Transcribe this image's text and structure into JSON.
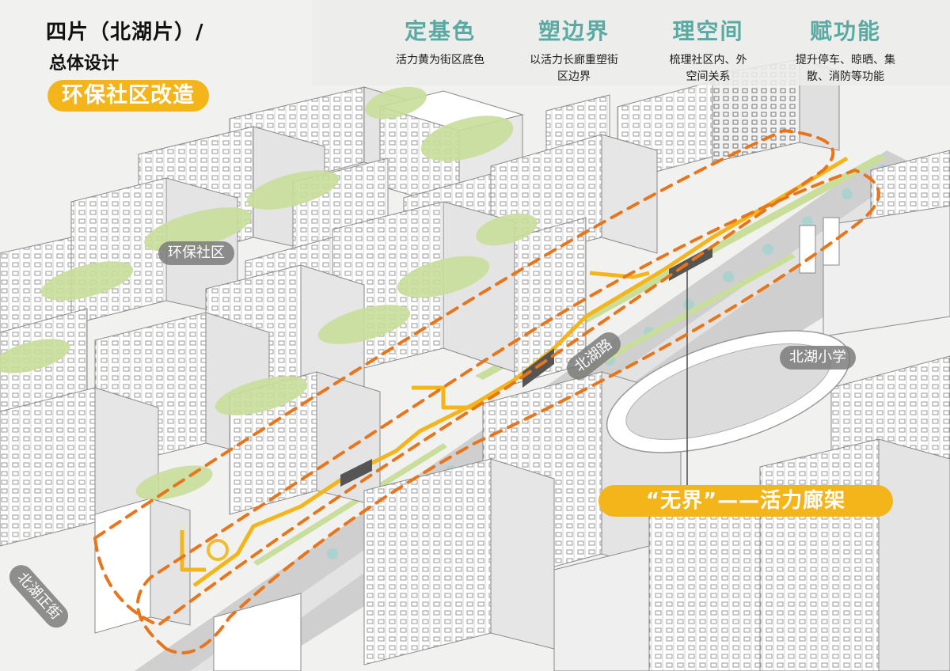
{
  "title": {
    "main": "四片（北湖片）/",
    "sub": "总体设计"
  },
  "theme_badge": "环保社区改造",
  "strategies": [
    {
      "head": "定基色",
      "desc_lines": [
        "活力黄为街区底色"
      ]
    },
    {
      "head": "塑边界",
      "desc_lines": [
        "以活力长廊重塑街",
        "区边界"
      ]
    },
    {
      "head": "理空间",
      "desc_lines": [
        "梳理社区内、外",
        "空间关系"
      ]
    },
    {
      "head": "赋功能",
      "desc_lines": [
        "提升停车、晾晒、集",
        "散、消防等功能"
      ]
    }
  ],
  "labels": {
    "community": "环保社区",
    "road": "北湖路",
    "school": "北湖小学",
    "street": "北湖正街"
  },
  "corridor_badge": "“无界”——活力廊架",
  "colors": {
    "accent_yellow": "#f3b51a",
    "strategy_teal": "#5aa9a2",
    "boundary_orange": "#e8751a",
    "greenery": "#c9de9a",
    "label_gray": "#7a7a7a"
  }
}
